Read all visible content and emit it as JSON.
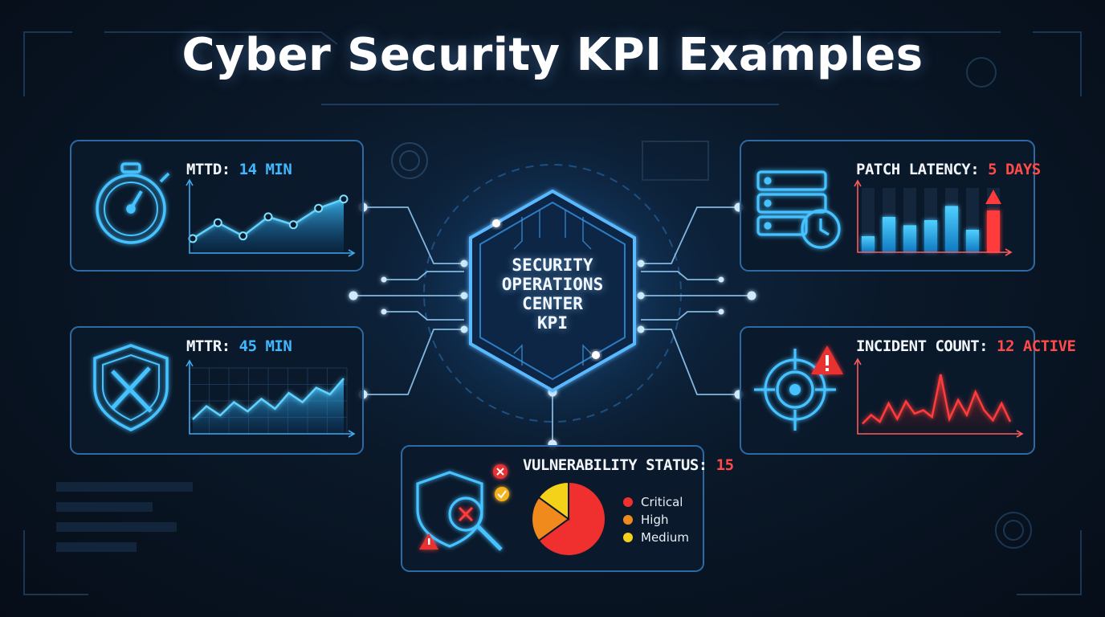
{
  "title": "Cyber Security KPI Examples",
  "hub": {
    "line1": "SECURITY",
    "line2": "OPERATIONS",
    "line3": "CENTER",
    "line4": "KPI"
  },
  "mttd": {
    "label": "MTTD: ",
    "value": "14 MIN",
    "icon": "stopwatch-icon"
  },
  "mttr": {
    "label": "MTTR: ",
    "value": "45 MIN",
    "icon": "shield-wrench-icon"
  },
  "patch": {
    "label": "PATCH LATENCY: ",
    "value": "5 DAYS",
    "icon": "server-clock-icon"
  },
  "incident": {
    "label": "INCIDENT COUNT: ",
    "value": "12 ACTIVE",
    "icon": "target-alert-icon"
  },
  "vuln": {
    "label": "VULNERABILITY STATUS: ",
    "value": "15",
    "icon": "shield-magnifier-icon"
  },
  "colors": {
    "accent_blue": "#3fb8ff",
    "alert_red": "#ff3b3b",
    "critical": "#f02f2f",
    "high": "#f08a1c",
    "medium": "#f5d21a"
  },
  "chart_data": [
    {
      "type": "area",
      "title": "MTTD: 14 MIN",
      "x": [
        1,
        2,
        3,
        4,
        5,
        6,
        7
      ],
      "y": [
        22,
        46,
        26,
        55,
        43,
        68,
        82
      ],
      "ylim": [
        0,
        100
      ]
    },
    {
      "type": "area",
      "title": "MTTR: 45 MIN",
      "x": [
        1,
        2,
        3,
        4,
        5,
        6,
        7,
        8,
        9,
        10,
        11,
        12
      ],
      "y": [
        22,
        42,
        28,
        48,
        34,
        53,
        38,
        62,
        48,
        70,
        60,
        84
      ],
      "ylim": [
        0,
        100
      ]
    },
    {
      "type": "bar",
      "title": "PATCH LATENCY: 5 DAYS",
      "categories": [
        "1",
        "2",
        "3",
        "4",
        "5",
        "6",
        "7"
      ],
      "values": [
        25,
        55,
        42,
        50,
        72,
        35,
        65
      ],
      "highlight_last": true,
      "ylim": [
        0,
        100
      ]
    },
    {
      "type": "line",
      "title": "INCIDENT COUNT: 12 ACTIVE",
      "x": [
        1,
        2,
        3,
        4,
        5,
        6,
        7,
        8,
        9,
        10,
        11,
        12,
        13,
        14,
        15,
        16,
        17,
        18
      ],
      "y": [
        15,
        28,
        18,
        45,
        22,
        48,
        30,
        35,
        25,
        88,
        22,
        50,
        28,
        62,
        35,
        20,
        45,
        18
      ],
      "ylim": [
        0,
        100
      ]
    },
    {
      "type": "pie",
      "title": "VULNERABILITY STATUS: 15",
      "categories": [
        "Critical",
        "High",
        "Medium"
      ],
      "values": [
        65,
        20,
        15
      ],
      "colors": [
        "#f02f2f",
        "#f08a1c",
        "#f5d21a"
      ]
    }
  ]
}
